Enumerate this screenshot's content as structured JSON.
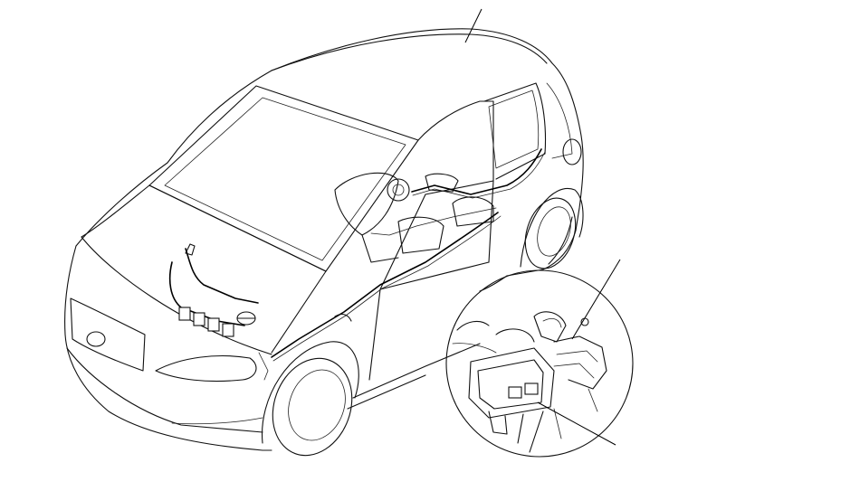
{
  "diagram": {
    "type": "technical line illustration",
    "subject": "vehicle-with-fuel-line-routing-and-detail-inset",
    "ink_color": "#000000",
    "background_color": "#ffffff",
    "callouts": [
      {
        "name": "roof-callout",
        "label": ""
      },
      {
        "name": "inset-upper-callout",
        "label": ""
      },
      {
        "name": "inset-lower-callout",
        "label": ""
      }
    ]
  }
}
